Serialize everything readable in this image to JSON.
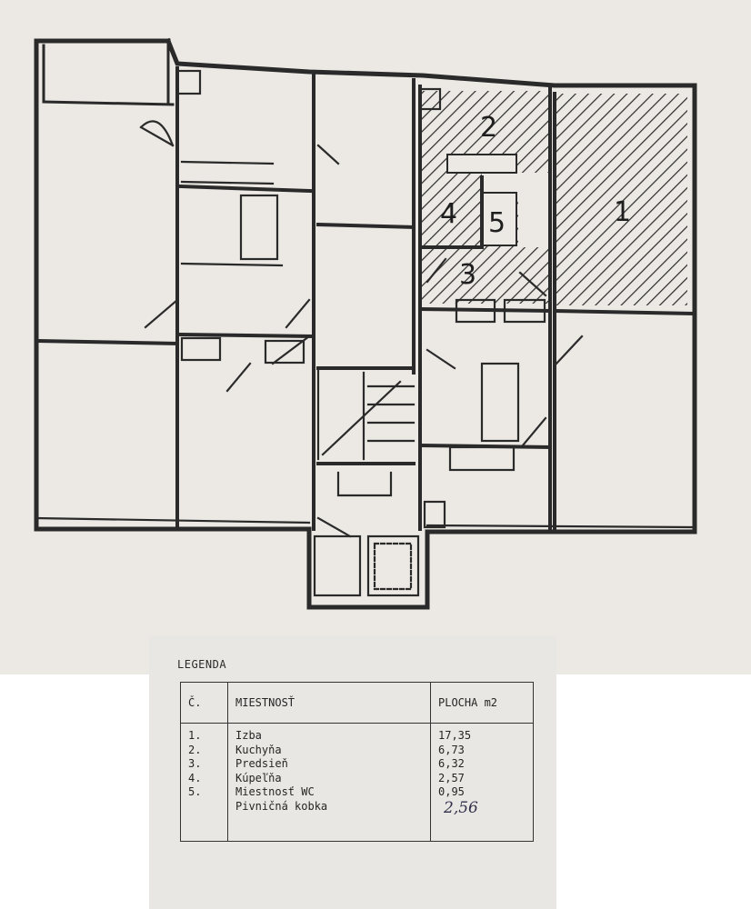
{
  "plan": {
    "room_labels": [
      "1",
      "2",
      "3",
      "4",
      "5"
    ],
    "hatch_color": "#2a2a2a",
    "line_color": "#2a2a2a"
  },
  "legend": {
    "title": "LEGENDA",
    "headers": {
      "num": "Č.",
      "room": "MIESTNOSŤ",
      "area": "PLOCHA m2"
    },
    "rows": [
      {
        "num": "1.",
        "room": "Izba",
        "area": "17,35"
      },
      {
        "num": "2.",
        "room": "Kuchyňa",
        "area": "6,73"
      },
      {
        "num": "3.",
        "room": "Predsieň",
        "area": "6,32"
      },
      {
        "num": "4.",
        "room": "Kúpeľňa",
        "area": "2,57"
      },
      {
        "num": "5.",
        "room": "Miestnosť WC",
        "area": "0,95"
      },
      {
        "num": "",
        "room": "Pivničná kobka",
        "area": "2,56"
      }
    ]
  }
}
